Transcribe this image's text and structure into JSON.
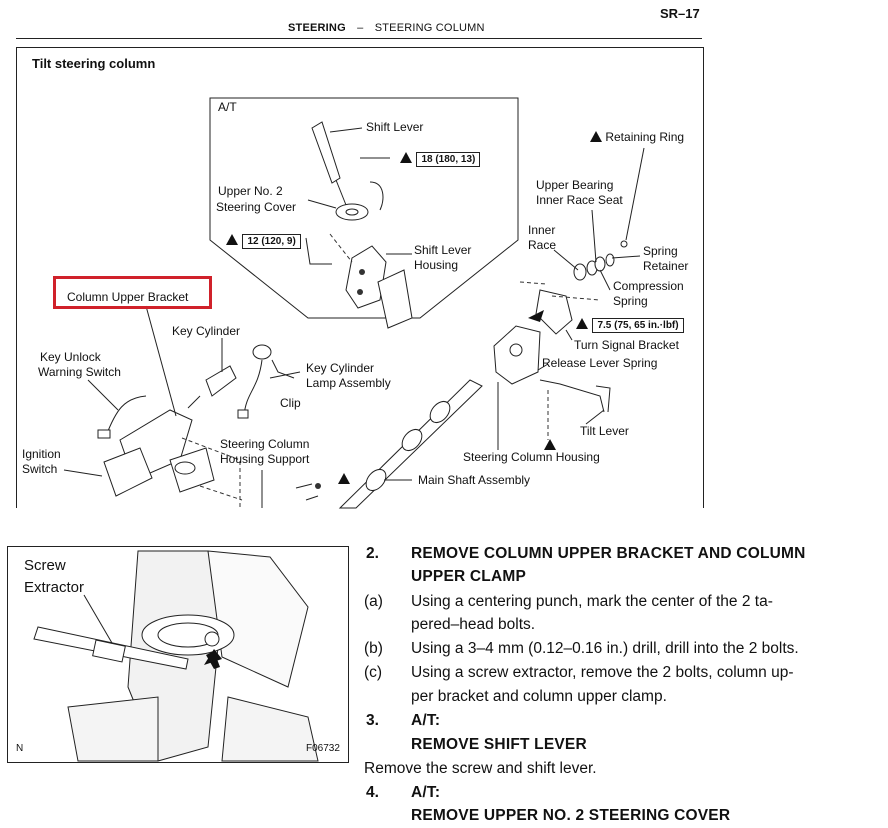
{
  "header": {
    "section": "STEERING",
    "separator": "–",
    "subsection": "STEERING COLUMN",
    "page": "SR–17"
  },
  "figure": {
    "title": "Tilt steering column",
    "at_label": "A/T",
    "labels": {
      "shift_lever": "Shift Lever",
      "upper_no2_cover_1": "Upper No. 2",
      "upper_no2_cover_2": "Steering Cover",
      "shift_lever_housing_1": "Shift Lever",
      "shift_lever_housing_2": "Housing",
      "retaining_ring": "Retaining Ring",
      "upper_bearing_1": "Upper Bearing",
      "upper_bearing_2": "Inner Race Seat",
      "inner_race_1": "Inner",
      "inner_race_2": "Race",
      "spring_retainer_1": "Spring",
      "spring_retainer_2": "Retainer",
      "compression_spring_1": "Compression",
      "compression_spring_2": "Spring",
      "column_upper_bracket": "Column Upper Bracket",
      "key_cylinder": "Key Cylinder",
      "key_unlock_1": "Key Unlock",
      "key_unlock_2": "Warning Switch",
      "key_cyl_lamp_1": "Key Cylinder",
      "key_cyl_lamp_2": "Lamp Assembly",
      "clip": "Clip",
      "turn_signal_bracket": "Turn Signal Bracket",
      "release_lever_spring": "Release Lever Spring",
      "tilt_lever": "Tilt Lever",
      "ignition_switch_1": "Ignition",
      "ignition_switch_2": "Switch",
      "housing_support_1": "Steering Column",
      "housing_support_2": "Housing Support",
      "steering_column_housing": "Steering Column Housing",
      "main_shaft": "Main Shaft Assembly"
    },
    "torques": {
      "t18": "18 (180, 13)",
      "t12": "12 (120, 9)",
      "t75": "7.5 (75, 65 in.·lbf)"
    }
  },
  "photo": {
    "label_1": "Screw",
    "label_2": "Extractor",
    "corner_left": "N",
    "corner_right": "F06732"
  },
  "steps": {
    "s2_num": "2.",
    "s2_title_1": "REMOVE COLUMN UPPER BRACKET AND COLUMN",
    "s2_title_2": "UPPER CLAMP",
    "a_key": "(a)",
    "a_1": "Using a centering punch, mark the center of the 2 ta-",
    "a_2": "pered–head bolts.",
    "b_key": "(b)",
    "b_1": "Using a 3–4 mm (0.12–0.16 in.) drill,  drill into the 2 bolts.",
    "c_key": "(c)",
    "c_1": "Using a screw extractor, remove the 2 bolts, column up-",
    "c_2": "per bracket and column upper clamp.",
    "s3_num": "3.",
    "s3_sub": "A/T:",
    "s3_title": "REMOVE SHIFT LEVER",
    "s3_text": "Remove the screw and shift lever.",
    "s4_num": "4.",
    "s4_sub": "A/T:",
    "s4_title": "REMOVE UPPER NO. 2 STEERING COVER"
  }
}
